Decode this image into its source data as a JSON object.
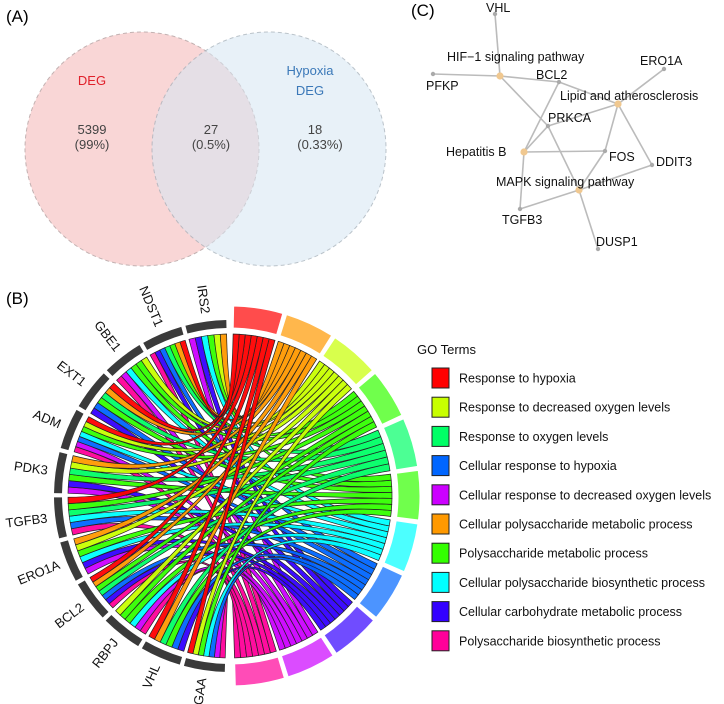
{
  "panels": {
    "a": "(A)",
    "b": "(B)",
    "c": "(C)"
  },
  "venn": {
    "left_label": "DEG",
    "right_label_1": "Hypoxia",
    "right_label_2": "DEG",
    "left_only": "5399",
    "left_pct": "(99%)",
    "overlap": "27",
    "overlap_pct": "(0.5%)",
    "right_only": "18",
    "right_pct": "(0.33%)",
    "left_color": "#f8d0d0",
    "right_color": "#d6e6f2",
    "left_text_color": "#e0202a",
    "right_text_color": "#3a78b8"
  },
  "network": {
    "nodes": [
      {
        "id": "VHL",
        "label": "VHL",
        "type": "gene"
      },
      {
        "id": "HIF",
        "label": "HIF−1 signaling pathway",
        "type": "pathway"
      },
      {
        "id": "PFKP",
        "label": "PFKP",
        "type": "gene"
      },
      {
        "id": "BCL2",
        "label": "BCL2",
        "type": "gene"
      },
      {
        "id": "ERO1A",
        "label": "ERO1A",
        "type": "gene"
      },
      {
        "id": "LIPID",
        "label": "Lipid and atherosclerosis",
        "type": "pathway"
      },
      {
        "id": "PRKCA",
        "label": "PRKCA",
        "type": "gene"
      },
      {
        "id": "HEPB",
        "label": "Hepatitis B",
        "type": "pathway"
      },
      {
        "id": "FOS",
        "label": "FOS",
        "type": "gene"
      },
      {
        "id": "DDIT3",
        "label": "DDIT3",
        "type": "gene"
      },
      {
        "id": "MAPK",
        "label": "MAPK signaling pathway",
        "type": "pathway"
      },
      {
        "id": "TGFB3",
        "label": "TGFB3",
        "type": "gene"
      },
      {
        "id": "DUSP1",
        "label": "DUSP1",
        "type": "gene"
      }
    ],
    "edges": [
      [
        "HIF",
        "VHL"
      ],
      [
        "HIF",
        "PFKP"
      ],
      [
        "HIF",
        "BCL2"
      ],
      [
        "HIF",
        "PRKCA"
      ],
      [
        "LIPID",
        "ERO1A"
      ],
      [
        "LIPID",
        "BCL2"
      ],
      [
        "LIPID",
        "PRKCA"
      ],
      [
        "LIPID",
        "FOS"
      ],
      [
        "LIPID",
        "DDIT3"
      ],
      [
        "HEPB",
        "BCL2"
      ],
      [
        "HEPB",
        "PRKCA"
      ],
      [
        "HEPB",
        "FOS"
      ],
      [
        "HEPB",
        "TGFB3"
      ],
      [
        "MAPK",
        "PRKCA"
      ],
      [
        "MAPK",
        "FOS"
      ],
      [
        "MAPK",
        "DDIT3"
      ],
      [
        "MAPK",
        "TGFB3"
      ],
      [
        "MAPK",
        "DUSP1"
      ]
    ],
    "pathway_color": "#f0c890",
    "gene_color": "#aaaaaa",
    "edge_color": "#bbbbbb"
  },
  "chord": {
    "genes": [
      "IRS2",
      "NDST1",
      "GBE1",
      "EXT1",
      "ADM",
      "PDK3",
      "TGFB3",
      "ERO1A",
      "BCL2",
      "RBPJ",
      "VHL",
      "GAA"
    ],
    "legend_title": "GO Terms",
    "terms": [
      {
        "name": "Response to hypoxia",
        "color": "#ff0000"
      },
      {
        "name": "Response to decreased oxygen levels",
        "color": "#c8ff00"
      },
      {
        "name": "Response to oxygen levels",
        "color": "#00ff66"
      },
      {
        "name": "Cellular response to hypoxia",
        "color": "#0066ff"
      },
      {
        "name": "Cellular response to decreased oxygen levels",
        "color": "#cc00ff"
      },
      {
        "name": "Cellular polysaccharide metabolic process",
        "color": "#ff9900"
      },
      {
        "name": "Polysaccharide metabolic process",
        "color": "#33ff00"
      },
      {
        "name": "Cellular polysaccharide biosynthetic process",
        "color": "#00ffff"
      },
      {
        "name": "Cellular carbohydrate metabolic process",
        "color": "#3300ff"
      },
      {
        "name": "Polysaccharide biosynthetic process",
        "color": "#ff0099"
      }
    ],
    "arc_order": [
      0,
      5,
      1,
      6,
      2,
      6,
      7,
      3,
      8,
      4,
      9
    ]
  }
}
